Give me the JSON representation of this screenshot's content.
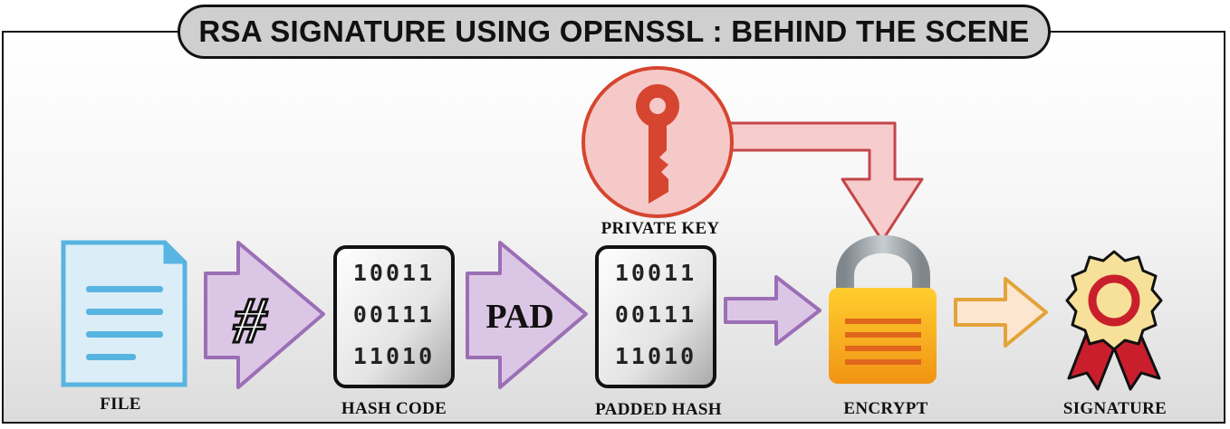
{
  "title": "RSA SIGNATURE USING OPENSSL : BEHIND THE SCENE",
  "labels": {
    "file": "FILE",
    "hash_code": "HASH CODE",
    "padded_hash": "PADDED HASH",
    "private_key": "PRIVATE KEY",
    "encrypt": "ENCRYPT",
    "signature": "SIGNATURE"
  },
  "arrow_texts": {
    "hash_symbol": "#",
    "pad": "PAD"
  },
  "hash_bits": [
    "10011",
    "00111",
    "11010"
  ],
  "padded_bits": [
    "10011",
    "00111",
    "11010"
  ],
  "icons": [
    "document-icon",
    "hash-arrow-icon",
    "binary-block-icon",
    "pad-arrow-icon",
    "key-icon",
    "padlock-icon",
    "award-ribbon-icon"
  ],
  "colors": {
    "purple_arrow_fill": "#dcc6e6",
    "purple_arrow_stroke": "#9b6fb5",
    "key_circle": "#d6452f",
    "key_pink": "#f4c6c6",
    "lock_orange": "#f29b1c",
    "orange_arrow_fill": "#fde6cf",
    "ribbon_red": "#c91f2c",
    "doc_blue": "#58b4e0"
  }
}
